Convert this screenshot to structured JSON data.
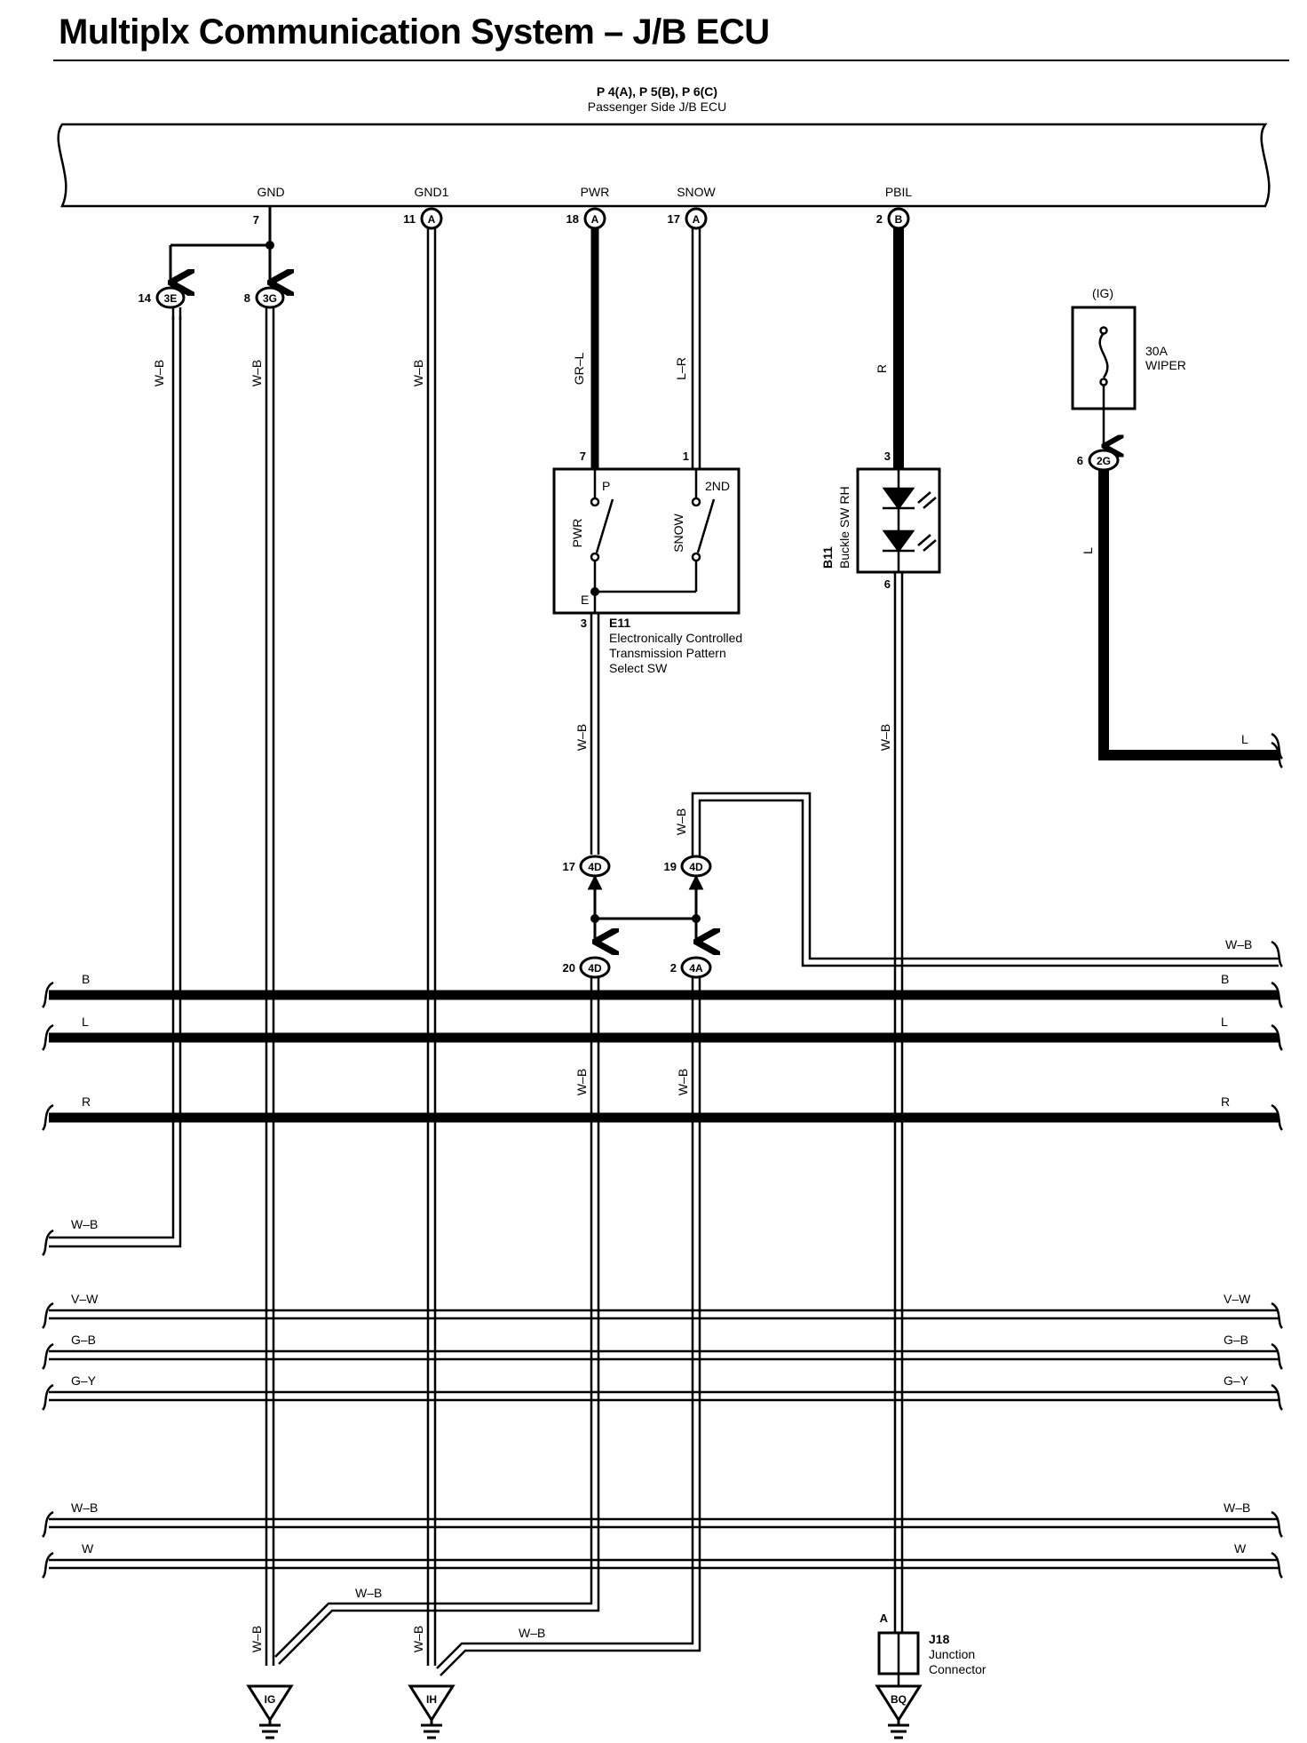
{
  "title": "Multiplx Communication System – J/B ECU",
  "ecu": {
    "code": "P 4(A), P 5(B), P 6(C)",
    "name": "Passenger Side J/B ECU",
    "terminals": [
      "GND",
      "GND1",
      "PWR",
      "SNOW",
      "PBIL"
    ]
  },
  "pins": {
    "gnd": "7",
    "gnd1": "11",
    "pwr": "18",
    "snow": "17",
    "pbil": "2",
    "c14": "14",
    "c8": "8",
    "e7": "7",
    "e1": "1",
    "e3": "3",
    "b3": "3",
    "b6": "6",
    "g6": "6",
    "d17": "17",
    "d19": "19",
    "d20": "20",
    "a2": "2",
    "jA": "A"
  },
  "connectors": {
    "A": "A",
    "B": "B",
    "3E": "3E",
    "3G": "3G",
    "2G": "2G",
    "4D": "4D",
    "4A": "4A"
  },
  "wires": {
    "wb": "W–B",
    "grl": "GR–L",
    "lr": "L–R",
    "r": "R",
    "l": "L",
    "b": "B",
    "vw": "V–W",
    "gb": "G–B",
    "gy": "G–Y",
    "w": "W"
  },
  "switch": {
    "p": "P",
    "nd": "2ND",
    "e": "E",
    "pwr": "PWR",
    "snow": "SNOW",
    "code": "E11",
    "name_lines": [
      "Electronically Controlled",
      "Transmission Pattern",
      "Select SW"
    ]
  },
  "buckle": {
    "code": "B11",
    "name": "Buckle SW RH"
  },
  "fuse": {
    "circuit": "(IG)",
    "rating": "30A",
    "name": "WIPER"
  },
  "junction": {
    "code": "J18",
    "name_lines": [
      "Junction",
      "Connector"
    ]
  },
  "grounds": [
    "IG",
    "IH",
    "BQ"
  ]
}
